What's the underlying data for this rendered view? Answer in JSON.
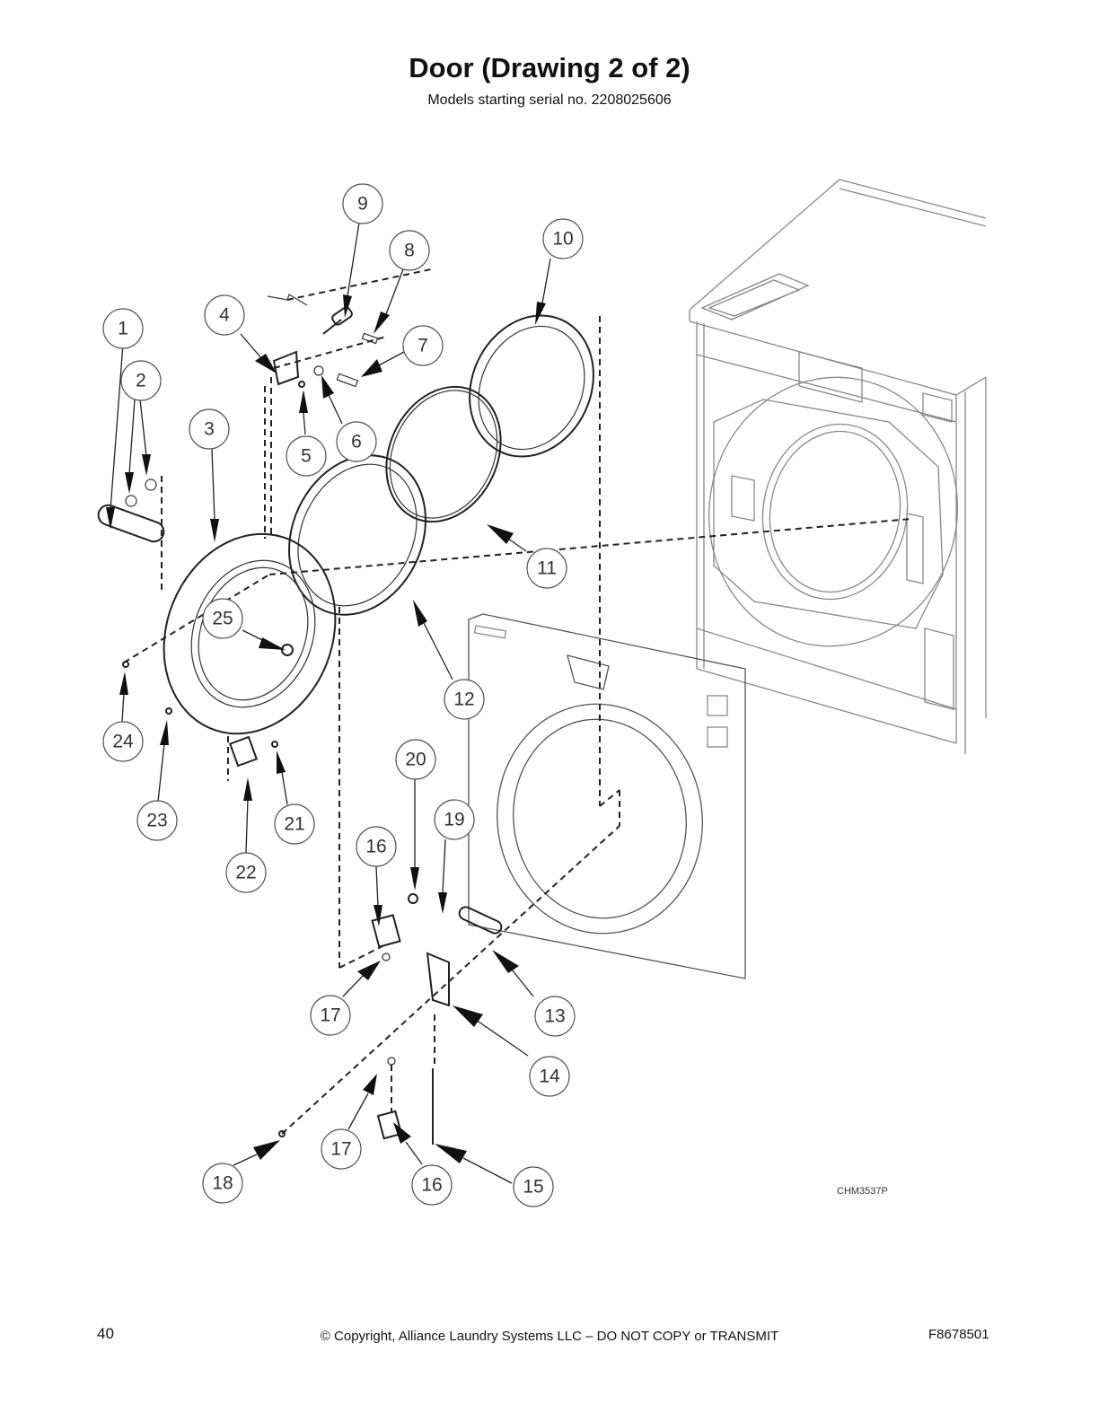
{
  "page": {
    "title": "Door (Drawing 2 of 2)",
    "subtitle": "Models starting serial no. 2208025606",
    "drawing_id": "CHM3537P",
    "page_number": "40",
    "copyright": "© Copyright, Alliance Laundry Systems LLC – DO NOT COPY or TRANSMIT",
    "document_number": "F8678501"
  },
  "callouts": [
    "1",
    "2",
    "3",
    "4",
    "5",
    "6",
    "7",
    "8",
    "9",
    "10",
    "11",
    "12",
    "13",
    "14",
    "15",
    "16",
    "16",
    "17",
    "17",
    "18",
    "19",
    "20",
    "21",
    "22",
    "23",
    "24",
    "25"
  ]
}
